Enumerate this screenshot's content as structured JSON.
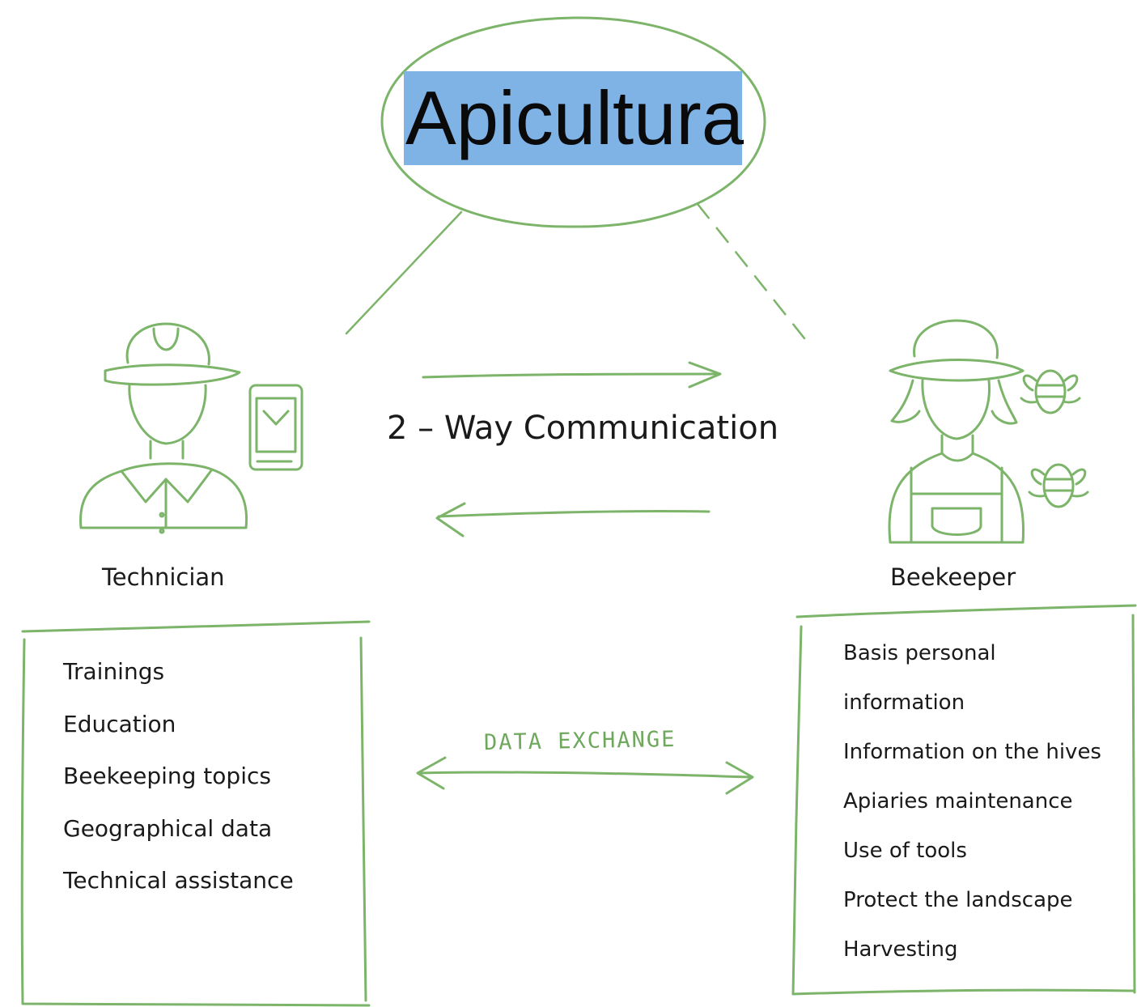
{
  "title": "Apicultura",
  "communication_label": "2 – Way Communication",
  "technician": {
    "label": "Technician",
    "items": [
      "Trainings",
      "Education",
      "Beekeeping topics",
      "Geographical data",
      "Technical assistance"
    ]
  },
  "beekeeper": {
    "label": "Beekeeper",
    "items": [
      "Basis personal",
      "information",
      "Information on the hives",
      "Apiaries maintenance",
      "Use of tools",
      "Protect the landscape",
      "Harvesting"
    ]
  },
  "data_exchange_label": "DATA EXCHANGE",
  "colors": {
    "sketch": "#7cb46a",
    "title_highlight": "#7fb2e5"
  },
  "icons": [
    "technician-icon",
    "smartphone-icon",
    "beekeeper-icon",
    "bee-icon"
  ]
}
